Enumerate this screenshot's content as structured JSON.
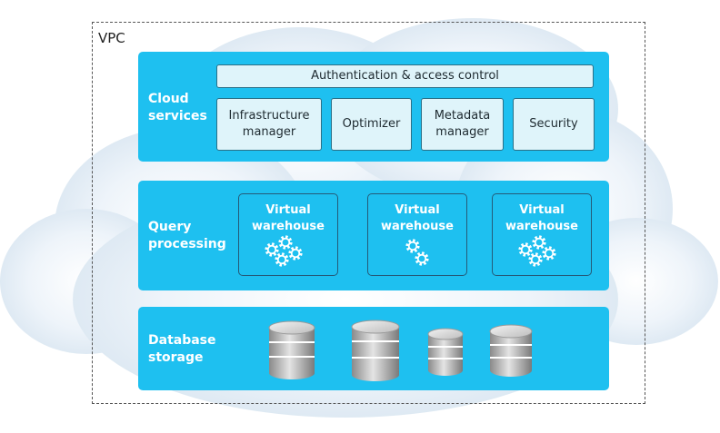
{
  "vpc": {
    "label": "VPC"
  },
  "cloud_services": {
    "title_line1": "Cloud",
    "title_line2": "services",
    "auth": "Authentication & access control",
    "components": [
      {
        "line1": "Infrastructure",
        "line2": "manager"
      },
      {
        "line1": "Optimizer",
        "line2": ""
      },
      {
        "line1": "Metadata",
        "line2": "manager"
      },
      {
        "line1": "Security",
        "line2": ""
      }
    ]
  },
  "query_processing": {
    "title_line1": "Query",
    "title_line2": "processing",
    "warehouses": [
      {
        "line1": "Virtual",
        "line2": "warehouse"
      },
      {
        "line1": "Virtual",
        "line2": "warehouse"
      },
      {
        "line1": "Virtual",
        "line2": "warehouse"
      }
    ]
  },
  "database_storage": {
    "title_line1": "Database",
    "title_line2": "storage"
  },
  "colors": {
    "layer": "#1ec0f0",
    "component_fill": "#dff4fa",
    "cloud": "#e6eff7"
  }
}
